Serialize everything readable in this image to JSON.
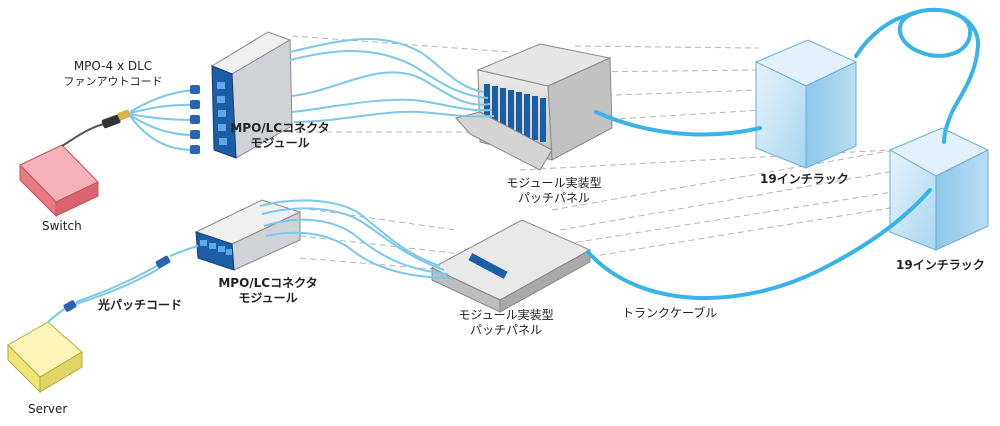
{
  "labels": {
    "fanout_line1": "MPO-4 x DLC",
    "fanout_line2": "ファンアウトコード",
    "switch": "Switch",
    "module_top_line1": "MPO/LCコネクタ",
    "module_top_line2": "モジュール",
    "panel_top_line1": "モジュール実装型",
    "panel_top_line2": "パッチパネル",
    "rack_left": "19インチラック",
    "rack_right": "19インチラック",
    "module_bottom_line1": "MPO/LCコネクタ",
    "module_bottom_line2": "モジュール",
    "patch_cord": "光パッチコード",
    "panel_bottom_line1": "モジュール実装型",
    "panel_bottom_line2": "パッチパネル",
    "trunk_cable": "トランクケーブル",
    "server": "Server"
  },
  "colors": {
    "cable_blue": "#39b4e8",
    "cable_light": "#7cc8ea",
    "rack_fill": "#bfe0f4",
    "switch_fill": "#f08c94",
    "server_fill": "#f6ef8a",
    "module_blue": "#1b5ea6",
    "dashed_grey": "#b4b4b4"
  }
}
